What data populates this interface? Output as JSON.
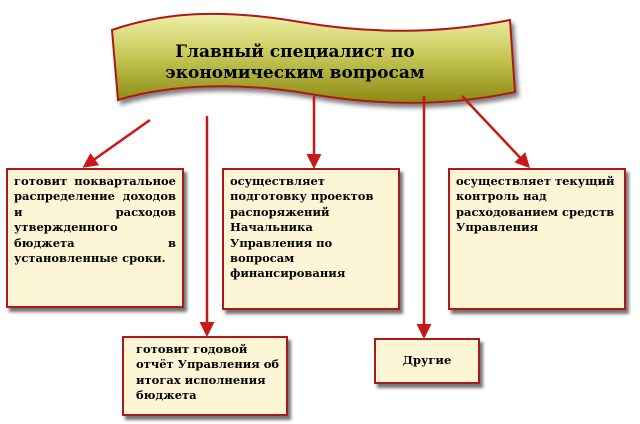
{
  "header": {
    "title": "Главный специалист по\nэкономическим вопросам"
  },
  "boxes": {
    "quarterly": "готовит поквартальное распределение доходов и расходов утвержденного бюджета в установленные сроки.",
    "orders": "осуществляет подготовку проектов распоряжений Начальника Управления по вопросам финансирования",
    "control": "осуществляет текущий контроль над расходованием средств Управления",
    "annual": "готовит годовой отчёт Управления об итогах исполнения бюджета",
    "other": "Другие"
  },
  "colors": {
    "header_fill_top": "#e9ea9a",
    "header_fill_bottom": "#8c8c10",
    "border": "#b01818",
    "arrow": "#c81818",
    "box_fill": "#fcf6d6"
  }
}
